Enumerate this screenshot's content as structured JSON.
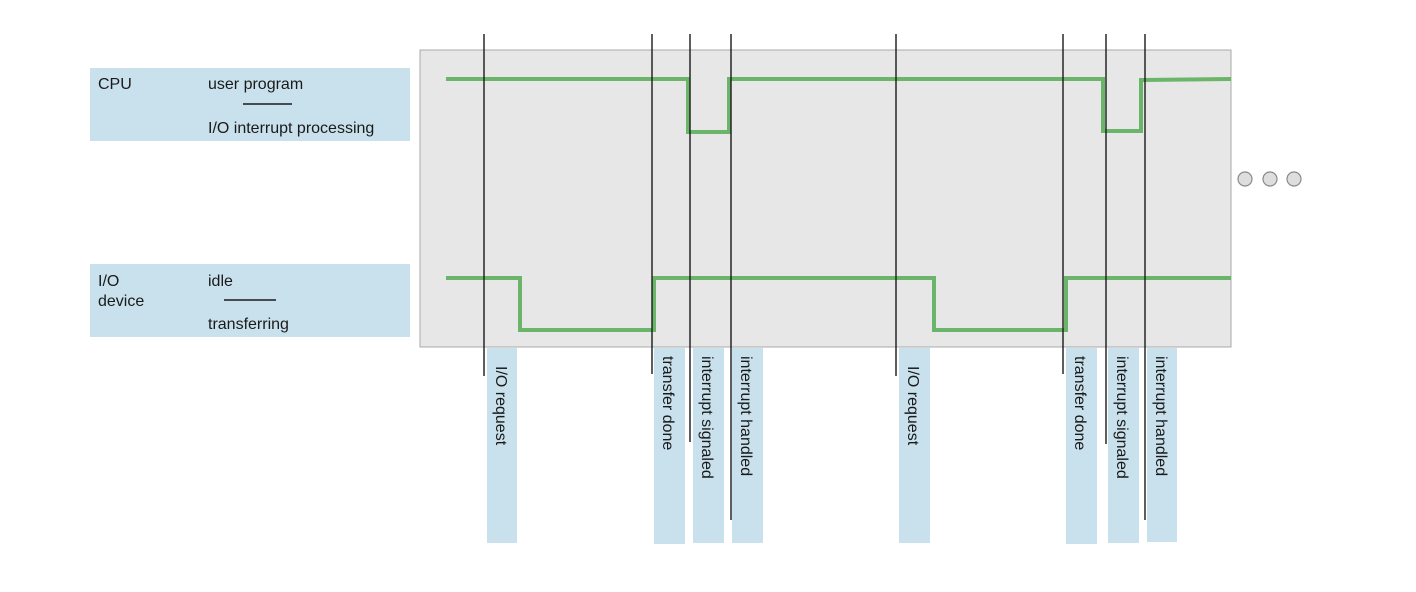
{
  "cpu": {
    "name": "CPU",
    "state_high": "user program",
    "state_low": "I/O interrupt processing"
  },
  "io": {
    "name_line1": "I/O",
    "name_line2": "device",
    "state_high": "idle",
    "state_low": "transferring"
  },
  "events": [
    {
      "label": "I/O request"
    },
    {
      "label": "transfer done"
    },
    {
      "label": "interrupt signaled"
    },
    {
      "label": "interrupt handled"
    },
    {
      "label": "I/O request"
    },
    {
      "label": "transfer done"
    },
    {
      "label": "interrupt signaled"
    },
    {
      "label": "interrupt handled"
    }
  ],
  "colors": {
    "signal": "#6ab56a",
    "label_bg": "#c9e1ec",
    "panel_bg": "#e8e7e7",
    "panel_border": "#a8a8a8",
    "line": "#1a1a1a",
    "dot_fill": "#dedede"
  },
  "continuation": "ellipsis-dots"
}
